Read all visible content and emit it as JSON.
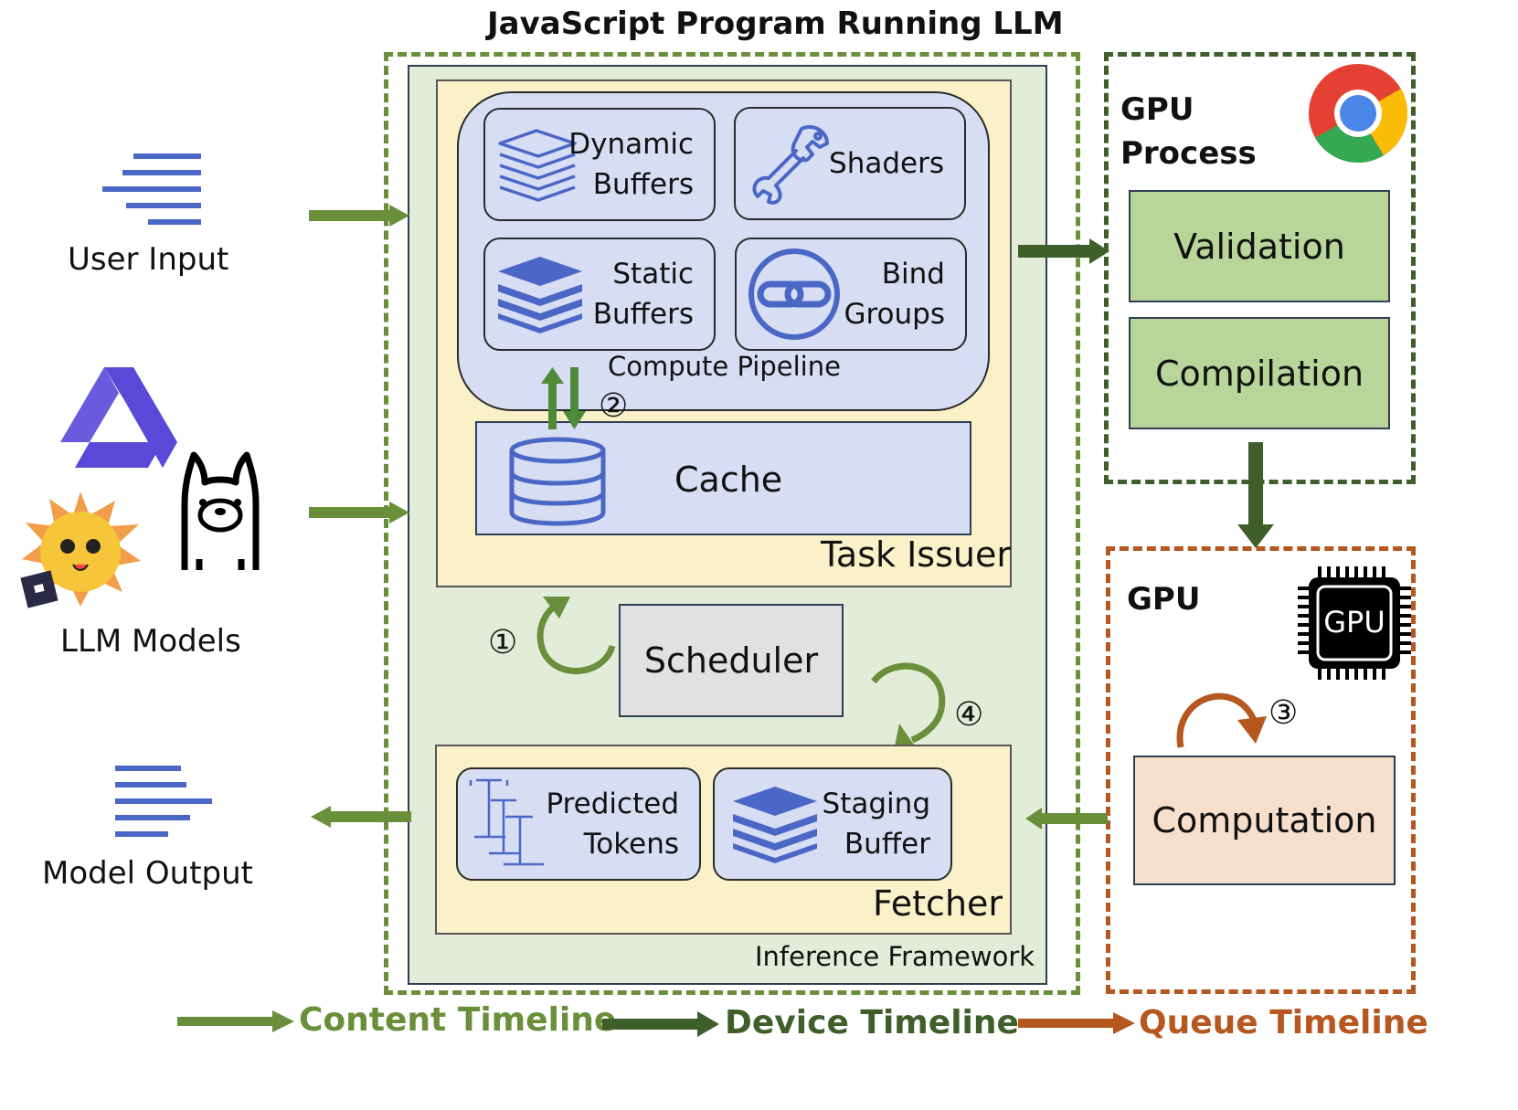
{
  "title": "JavaScript Program Running LLM",
  "left": {
    "user_input": "User Input",
    "llm_models": "LLM Models",
    "model_output": "Model Output"
  },
  "framework": {
    "label": "Inference Framework",
    "task_issuer": {
      "label": "Task Issuer",
      "compute_pipeline": "Compute Pipeline",
      "cards": {
        "dynamic_buffers": [
          "Dynamic",
          "Buffers"
        ],
        "shaders": "Shaders",
        "static_buffers": [
          "Static",
          "Buffers"
        ],
        "bind_groups": [
          "Bind",
          "Groups"
        ]
      },
      "cache": "Cache"
    },
    "scheduler": "Scheduler",
    "fetcher": {
      "label": "Fetcher",
      "predicted_tokens": [
        "Predicted",
        "Tokens"
      ],
      "staging_buffer": [
        "Staging",
        "Buffer"
      ]
    }
  },
  "gpu_process": {
    "label": [
      "GPU",
      "Process"
    ],
    "validation": "Validation",
    "compilation": "Compilation"
  },
  "gpu": {
    "label": "GPU",
    "chip_text": "GPU",
    "computation": "Computation"
  },
  "steps": {
    "s1": "①",
    "s2": "②",
    "s3": "③",
    "s4": "④"
  },
  "legend": {
    "content": "Content Timeline",
    "device": "Device Timeline",
    "queue": "Queue Timeline"
  },
  "colors": {
    "content_green": "#6a8f3a",
    "device_green": "#3f5f2a",
    "queue_orange": "#b5571f",
    "framework_fill": "#e3ecd9",
    "issuer_fill": "#fbf1c9",
    "card_fill": "#d7def3",
    "gpu_box_fill": "#b9d69a",
    "computation_fill": "#f7dfcb",
    "icon_blue": "#4a67c6"
  }
}
